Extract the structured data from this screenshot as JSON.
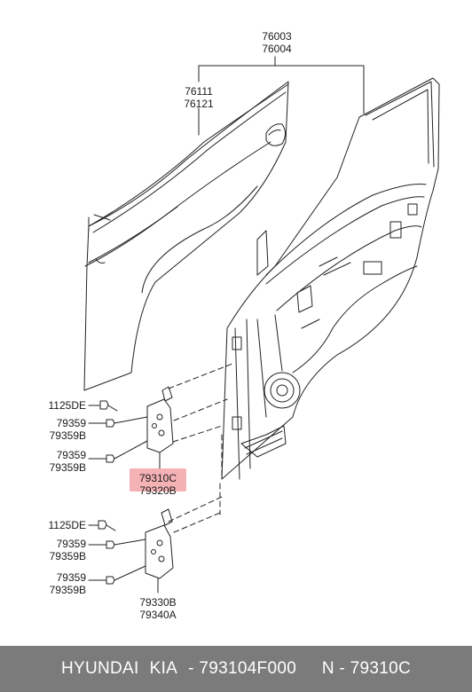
{
  "labels": {
    "door_assy_a": "76003",
    "door_assy_b": "76004",
    "panel_a": "76111",
    "panel_b": "76121",
    "bolt_upper": "1125DE",
    "bolt_lower": "1125DE",
    "screw_u1_a": "79359",
    "screw_u1_b": "79359B",
    "screw_u2_a": "79359",
    "screw_u2_b": "79359B",
    "screw_l1_a": "79359",
    "screw_l1_b": "79359B",
    "screw_l2_a": "79359",
    "screw_l2_b": "79359B",
    "hinge_upper_a": "79310C",
    "hinge_upper_b": "79320B",
    "hinge_lower_a": "79330B",
    "hinge_lower_b": "79340A"
  },
  "footer": {
    "brand": "HYUNDAI",
    "brand2": "KIA",
    "part_number": "- 793104F000",
    "short_code": "N - 79310C"
  },
  "colors": {
    "highlight": "#f3a4a8",
    "footer_bg": "#7b7b7b"
  }
}
